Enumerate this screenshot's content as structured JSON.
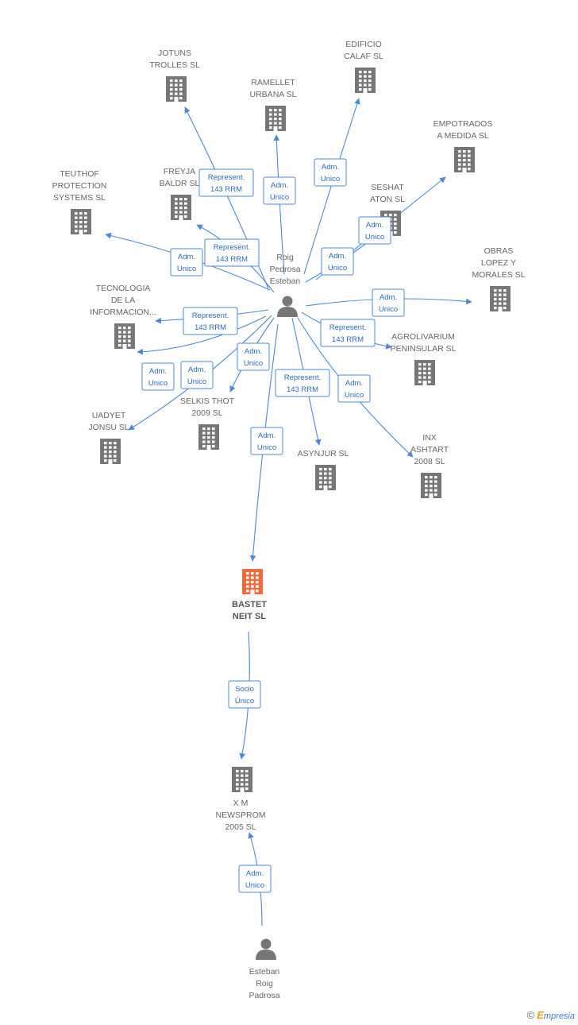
{
  "colors": {
    "edge": "#4a8ad8",
    "building": "#777777",
    "focus_building": "#f26a3a",
    "person": "#777777"
  },
  "nodes": [
    {
      "id": "jotuns",
      "type": "company",
      "label": [
        "JOTUNS",
        "TROLLES SL"
      ]
    },
    {
      "id": "edificio",
      "type": "company",
      "label": [
        "EDIFICIO",
        "CALAF SL"
      ]
    },
    {
      "id": "ramellet",
      "type": "company",
      "label": [
        "RAMELLET",
        "URBANA SL"
      ]
    },
    {
      "id": "empotrados",
      "type": "company",
      "label": [
        "EMPOTRADOS",
        "A MEDIDA SL"
      ]
    },
    {
      "id": "teuthof",
      "type": "company",
      "label": [
        "TEUTHOF",
        "PROTECTION",
        "SYSTEMS SL"
      ]
    },
    {
      "id": "freyja",
      "type": "company",
      "label": [
        "FREYJA",
        "BALDR SL"
      ]
    },
    {
      "id": "seshat",
      "type": "company",
      "label": [
        "SESHAT",
        "ATON SL"
      ]
    },
    {
      "id": "obras",
      "type": "company",
      "label": [
        "OBRAS",
        "LOPEZ Y",
        "MORALES SL"
      ]
    },
    {
      "id": "tecnologia",
      "type": "company",
      "label": [
        "TECNOLOGIA",
        "DE LA",
        "INFORMACION..."
      ]
    },
    {
      "id": "agrolivarium",
      "type": "company",
      "label": [
        "AGROLIVARIUM",
        "PENINSULAR SL"
      ]
    },
    {
      "id": "selkis",
      "type": "company",
      "label": [
        "SELKIS THOT",
        "2009 SL"
      ]
    },
    {
      "id": "uadyet",
      "type": "company",
      "label": [
        "UADYET",
        "JONSU SL"
      ]
    },
    {
      "id": "asynjur",
      "type": "company",
      "label": [
        "ASYNJUR SL"
      ]
    },
    {
      "id": "inx",
      "type": "company",
      "label": [
        "INX",
        "ASHTART",
        "2008 SL"
      ]
    },
    {
      "id": "bastet",
      "type": "company",
      "focus": true,
      "label": [
        "BASTET",
        "NEIT SL"
      ]
    },
    {
      "id": "xm",
      "type": "company",
      "label": [
        "X M",
        "NEWSPROM",
        "2005 SL"
      ]
    },
    {
      "id": "roig",
      "type": "person",
      "label": [
        "Roig",
        "Pedrosa",
        "Esteban"
      ]
    },
    {
      "id": "esteban",
      "type": "person",
      "label": [
        "Esteban",
        "Roig",
        "Padrosa"
      ]
    }
  ],
  "edges": [
    {
      "from": "roig",
      "to": "jotuns",
      "label": [
        "Represent.",
        "143 RRM"
      ]
    },
    {
      "from": "roig",
      "to": "ramellet",
      "label": [
        "Adm.",
        "Unico"
      ]
    },
    {
      "from": "roig",
      "to": "edificio",
      "label": [
        "Adm.",
        "Unico"
      ]
    },
    {
      "from": "roig",
      "to": "empotrados",
      "label": [
        "Adm.",
        "Unico"
      ]
    },
    {
      "from": "roig",
      "to": "freyja",
      "label": [
        "Represent.",
        "143 RRM"
      ]
    },
    {
      "from": "roig",
      "to": "teuthof",
      "label": [
        "Adm.",
        "Unico"
      ]
    },
    {
      "from": "roig",
      "to": "seshat",
      "label": [
        "Adm.",
        "Unico"
      ]
    },
    {
      "from": "roig",
      "to": "obras",
      "label": [
        "Adm.",
        "Unico"
      ]
    },
    {
      "from": "roig",
      "to": "tecnologia",
      "label": [
        "Represent.",
        "143 RRM"
      ]
    },
    {
      "from": "roig",
      "to": "agrolivarium",
      "label": [
        "Represent.",
        "143 RRM"
      ]
    },
    {
      "from": "roig",
      "to": "uadyet",
      "label": [
        "Adm.",
        "Unico"
      ]
    },
    {
      "from": "roig",
      "to": "selkis",
      "label": [
        "Adm.",
        "Unico"
      ]
    },
    {
      "from": "roig",
      "to": "tecnologia",
      "label": [
        "Adm.",
        "Unico"
      ]
    },
    {
      "from": "roig",
      "to": "asynjur",
      "label": [
        "Represent.",
        "143 RRM"
      ]
    },
    {
      "from": "roig",
      "to": "inx",
      "label": [
        "Adm.",
        "Unico"
      ]
    },
    {
      "from": "roig",
      "to": "bastet",
      "label": [
        "Adm.",
        "Unico"
      ]
    },
    {
      "from": "bastet",
      "to": "xm",
      "label": [
        "Socio",
        "Único"
      ]
    },
    {
      "from": "esteban",
      "to": "xm",
      "label": [
        "Adm.",
        "Unico"
      ]
    }
  ],
  "brand": {
    "symbol": "©",
    "first_letter": "E",
    "rest": "mpresia"
  }
}
